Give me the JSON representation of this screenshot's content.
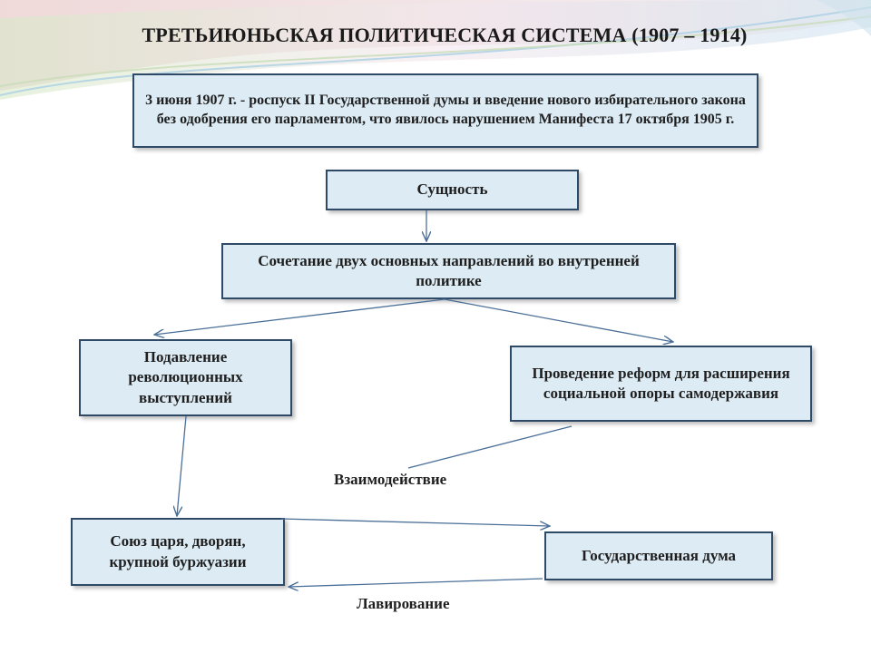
{
  "title": "ТРЕТЬИЮНЬСКАЯ ПОЛИТИЧЕСКАЯ СИСТЕМА (1907 – 1914)",
  "boxes": {
    "event": "3 июня 1907 г. - роспуск II Государственной думы и введение нового избирательного закона без одобрения его парламентом, что явилось нарушением Манифеста 17 октября 1905 г.",
    "essence": "Сущность",
    "combination": "Сочетание двух основных направлений во внутренней политике",
    "suppression": "Подавление революционных выступлений",
    "reforms": "Проведение реформ для расширения социальной опоры самодержавия",
    "union": "Союз царя, дворян, крупной буржуазии",
    "duma": "Государственная дума"
  },
  "labels": {
    "interaction": "Взаимодействие",
    "maneuvering": "Лавирование"
  },
  "colors": {
    "box_fill": "#dcebf4",
    "box_border": "#2f4a66",
    "arrow": "#4a6f98"
  }
}
